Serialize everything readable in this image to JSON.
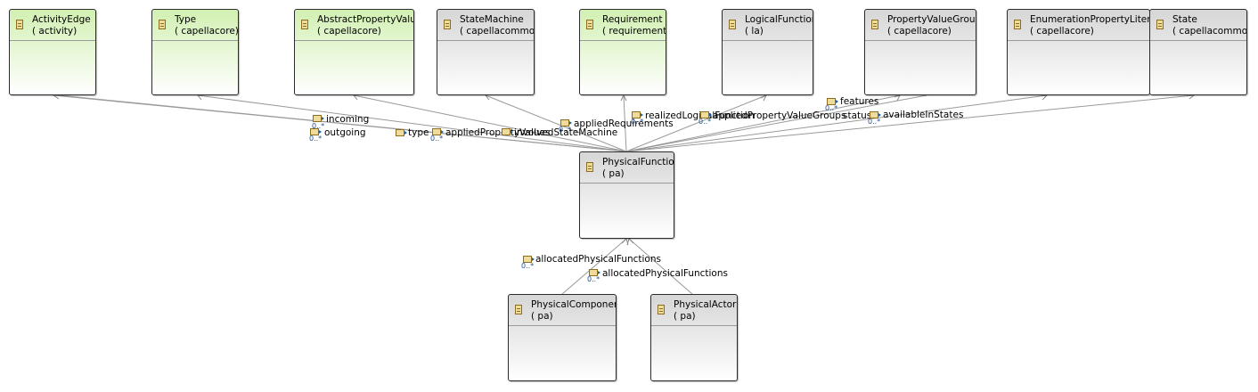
{
  "diagram": {
    "classes": {
      "activity_edge": {
        "name": "ActivityEdge",
        "package": "( activity)",
        "fill": "#d2f0b2"
      },
      "type": {
        "name": "Type",
        "package": "( capellacore)",
        "fill": "#d2f0b2"
      },
      "abstract_property_value": {
        "name": "AbstractPropertyValue",
        "package": "( capellacore)",
        "fill": "#d2f0b2"
      },
      "state_machine": {
        "name": "StateMachine",
        "package": "( capellacommon)",
        "fill": "#d6d6d6"
      },
      "requirement": {
        "name": "Requirement",
        "package": "( requirement)",
        "fill": "#d2f0b2"
      },
      "logical_function": {
        "name": "LogicalFunction",
        "package": "( la)",
        "fill": "#d6d6d6"
      },
      "property_value_group": {
        "name": "PropertyValueGroup",
        "package": "( capellacore)",
        "fill": "#d6d6d6"
      },
      "enumeration_property_literal": {
        "name": "EnumerationPropertyLiteral",
        "package": "( capellacore)",
        "fill": "#d6d6d6"
      },
      "state": {
        "name": "State",
        "package": "( capellacommon)",
        "fill": "#d6d6d6"
      },
      "physical_function": {
        "name": "PhysicalFunction",
        "package": "( pa)",
        "fill": "#d6d6d6"
      },
      "physical_component": {
        "name": "PhysicalComponent",
        "package": "( pa)",
        "fill": "#d6d6d6"
      },
      "physical_actor": {
        "name": "PhysicalActor",
        "package": "( pa)",
        "fill": "#d6d6d6"
      }
    },
    "edge_labels": {
      "incoming": "incoming",
      "outgoing": "outgoing",
      "type": "type",
      "applied_property_values": "appliedPropertyValues",
      "involved_state_machine": "involvedStateMachine",
      "applied_requirements": "appliedRequirements",
      "realized_logical_function": "realizedLogicalFunction",
      "applied_property_value_groups": "appliedPropertyValueGroups",
      "status": "status",
      "features": "features",
      "available_in_states": "availableInStates",
      "allocated_physical_functions_1": "allocatedPhysicalFunctions",
      "allocated_physical_functions_2": "allocatedPhysicalFunctions"
    },
    "multiplicity": "0..*",
    "line_color": "#9a9a9a"
  }
}
